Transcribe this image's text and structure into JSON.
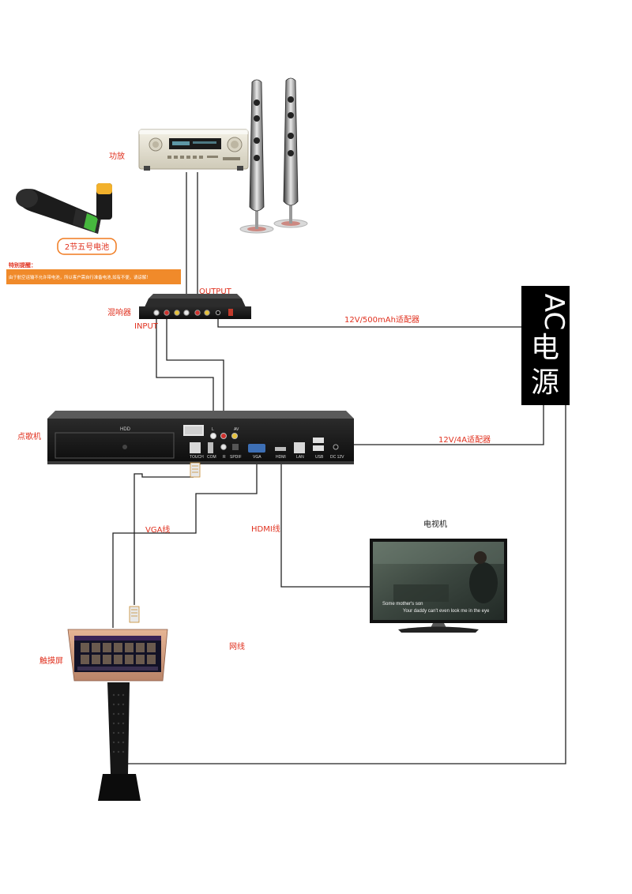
{
  "labels": {
    "amplifier": "功放",
    "battery": "2节五号电池",
    "notice_title": "特别提醒：",
    "notice_body": "由于航空运输不允许带电池，所以客户需自行准备电池,如有不便，请谅解！",
    "output": "OUTPUT",
    "mixer": "混响器",
    "input": "INPUT",
    "adapter_500": "12V/500mAh适配器",
    "ac_power": "AC电源",
    "player": "点歌机",
    "adapter_4a": "12V/4A适配器",
    "vga_cable": "VGA线",
    "hdmi_cable": "HDMI线",
    "tv": "电视机",
    "network_cable": "网线",
    "touchscreen": "触摸屏"
  },
  "device_panel": {
    "hdd": "HDD",
    "touch": "TOUCH",
    "com": "COM",
    "spdif": "SPDIF",
    "vga": "VGA",
    "hdmi": "HDMI",
    "lan": "LAN",
    "usb": "USB",
    "dc": "DC 12V",
    "l": "L",
    "r": "R",
    "av": "AV"
  },
  "tv_subtitles": {
    "line1": "Some mother's son",
    "line2": "Your daddy can't even look me in the eye"
  },
  "colors": {
    "label_red": "#e0301e",
    "wire": "#222222",
    "battery_tag": "#f07a1f",
    "notice_bg": "#f08a2a"
  }
}
